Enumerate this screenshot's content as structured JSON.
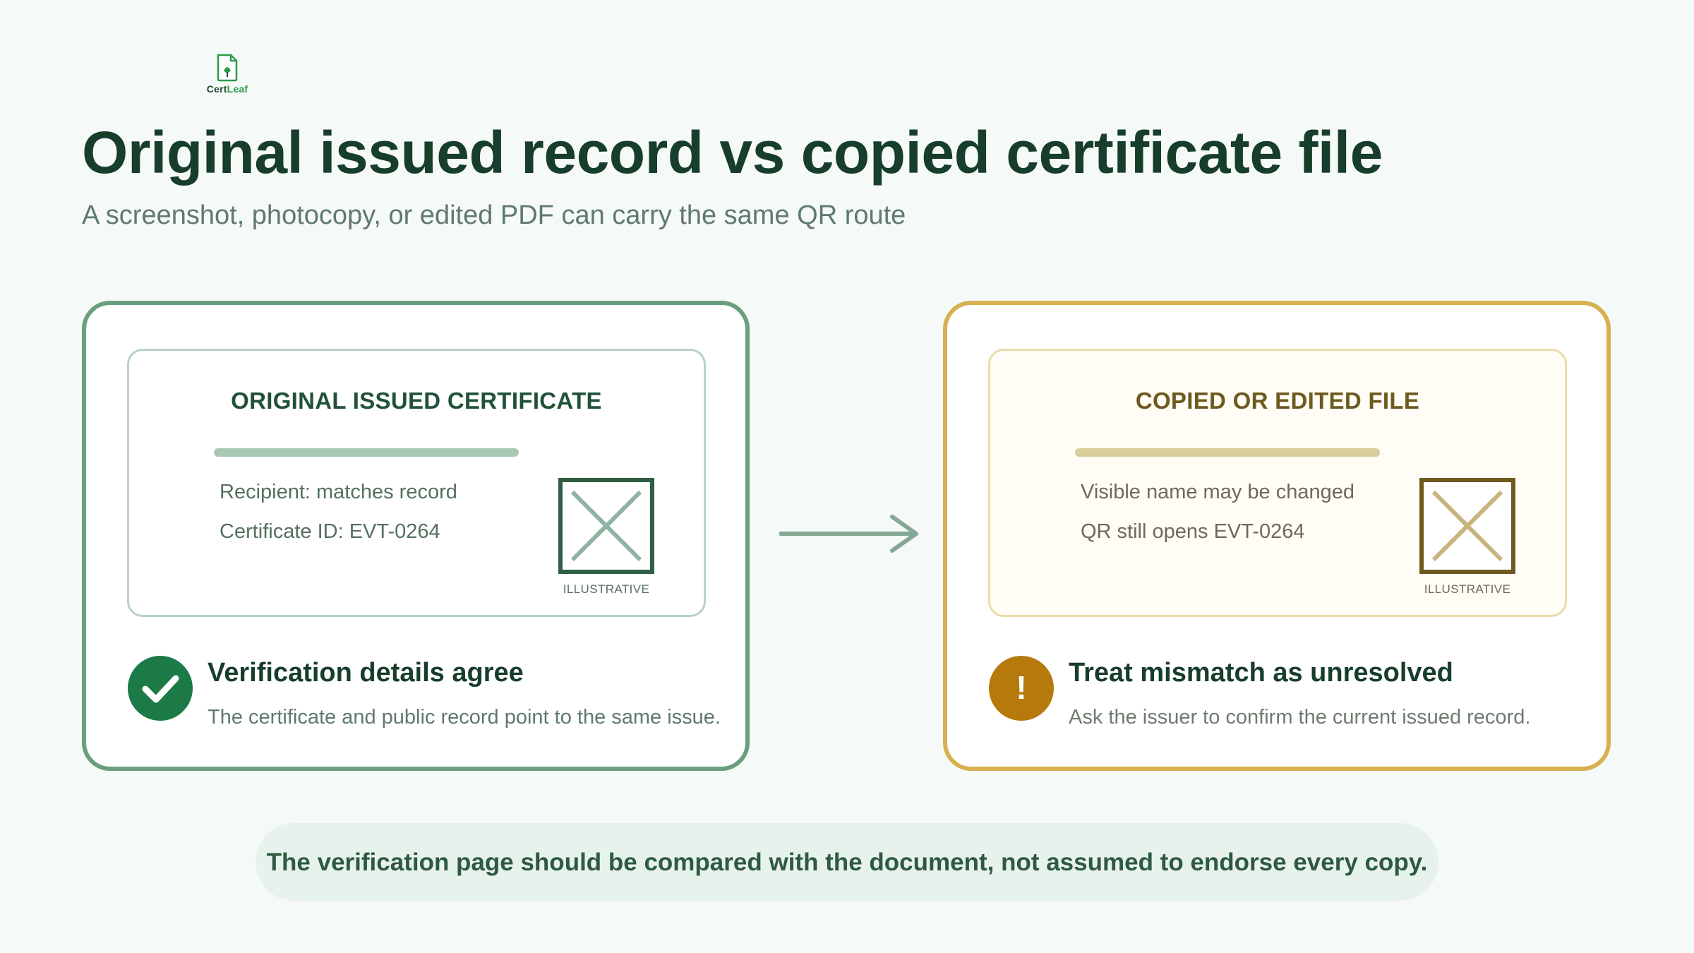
{
  "brand": {
    "logo_prefix": "Cert",
    "logo_suffix": "Leaf",
    "logo_icon": "document-leaf-icon"
  },
  "header": {
    "title": "Original issued record vs copied certificate file",
    "subtitle": "A screenshot, photocopy, or edited PDF can carry the same QR route"
  },
  "original": {
    "card_title": "ORIGINAL ISSUED CERTIFICATE",
    "line1": "Recipient: matches record",
    "line2": "Certificate ID: EVT-0264",
    "qr_caption": "ILLUSTRATIVE",
    "status_icon": "check-circle-icon",
    "status_title": "Verification details agree",
    "status_desc": "The certificate and public record point to the same issue.",
    "accent_color": "#6a9e80",
    "status_color": "#1b7a45"
  },
  "copy": {
    "card_title": "COPIED OR EDITED FILE",
    "line1": "Visible name may be changed",
    "line2": "QR still opens EVT-0264",
    "qr_caption": "ILLUSTRATIVE",
    "status_icon": "warning-circle-icon",
    "status_symbol": "!",
    "status_title": "Treat mismatch as unresolved",
    "status_desc": "Ask the issuer to confirm the current issued record.",
    "accent_color": "#d7b04f",
    "status_color": "#b57a0b"
  },
  "connector": {
    "icon": "arrow-right-icon"
  },
  "footer": {
    "text": "The verification page should be compared with the document, not assumed to endorse every copy."
  }
}
